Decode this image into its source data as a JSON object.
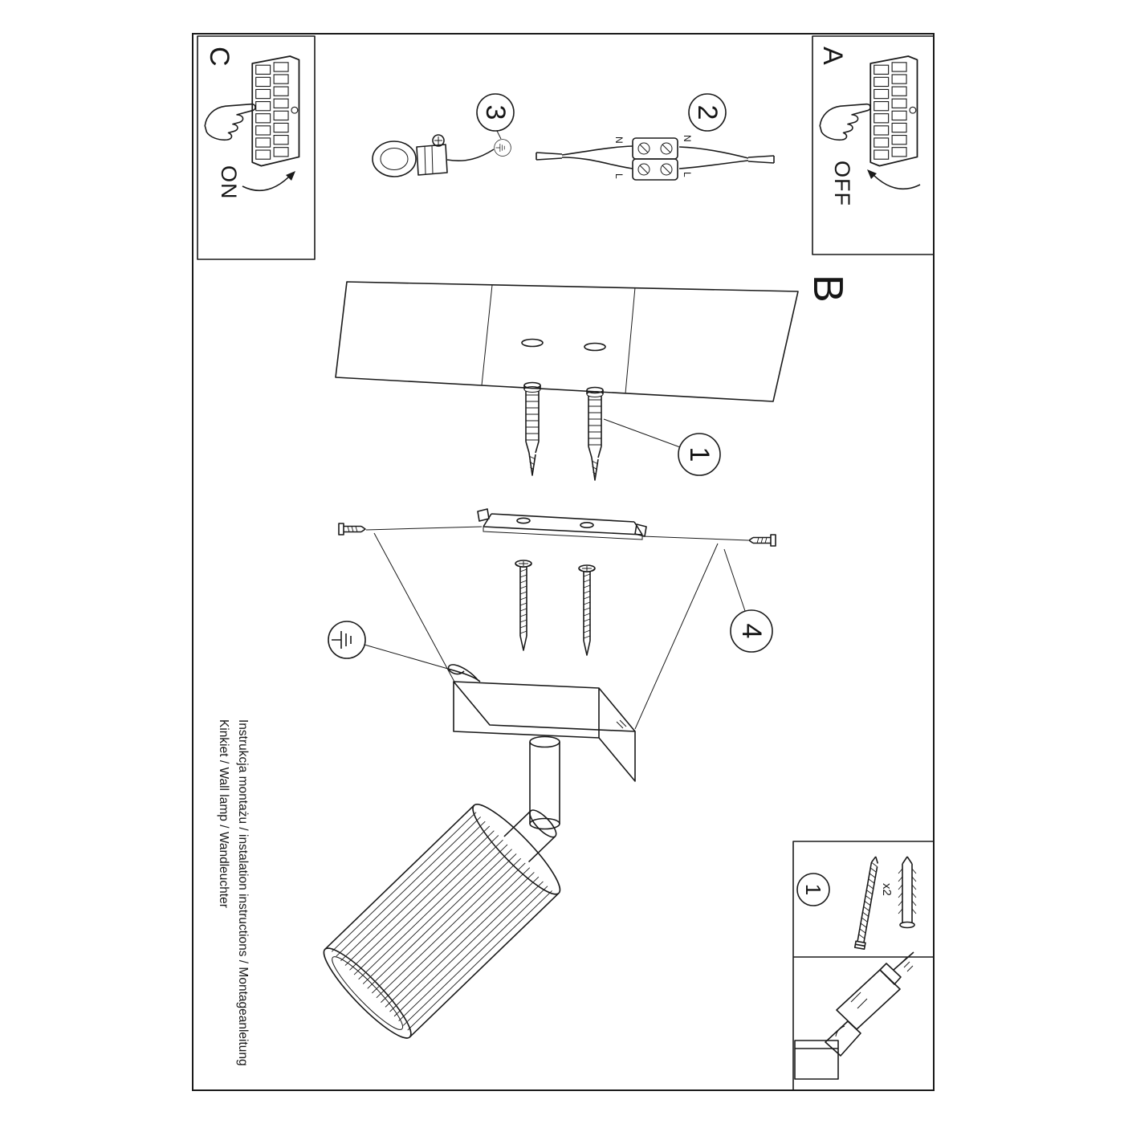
{
  "sheet": {
    "instructions": "Instrukcja montażu / instalation instructions / Montageanleitung",
    "product": "Kinkiet / Wall lamp / Wandleuchter"
  },
  "panels": {
    "c": {
      "label": "C",
      "state": "ON"
    },
    "a": {
      "label": "A",
      "state": "OFF"
    },
    "b": {
      "label": "B"
    }
  },
  "callouts": {
    "c1": "1",
    "c2": "2",
    "c3": "3",
    "c4": "4"
  },
  "wiring": {
    "neutral": "N",
    "live": "L"
  },
  "parts": {
    "step": "1",
    "quantity": "x2"
  }
}
